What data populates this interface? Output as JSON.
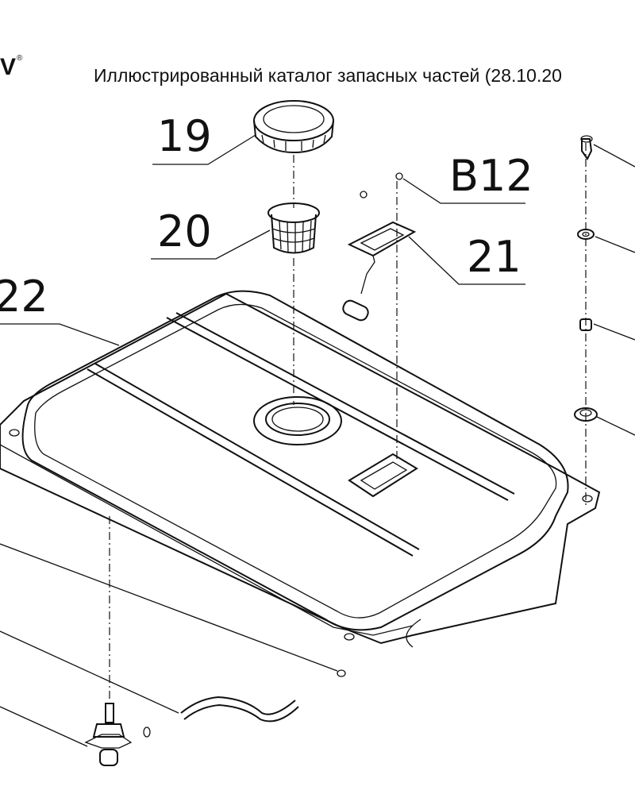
{
  "header": {
    "logo": "V",
    "logo_mark": "®",
    "title": "Иллюстрированный каталог запасных частей (28.10.20"
  },
  "callouts": {
    "c19": "19",
    "c20": "20",
    "c21": "21",
    "cB12": "B12",
    "c22": "22"
  }
}
